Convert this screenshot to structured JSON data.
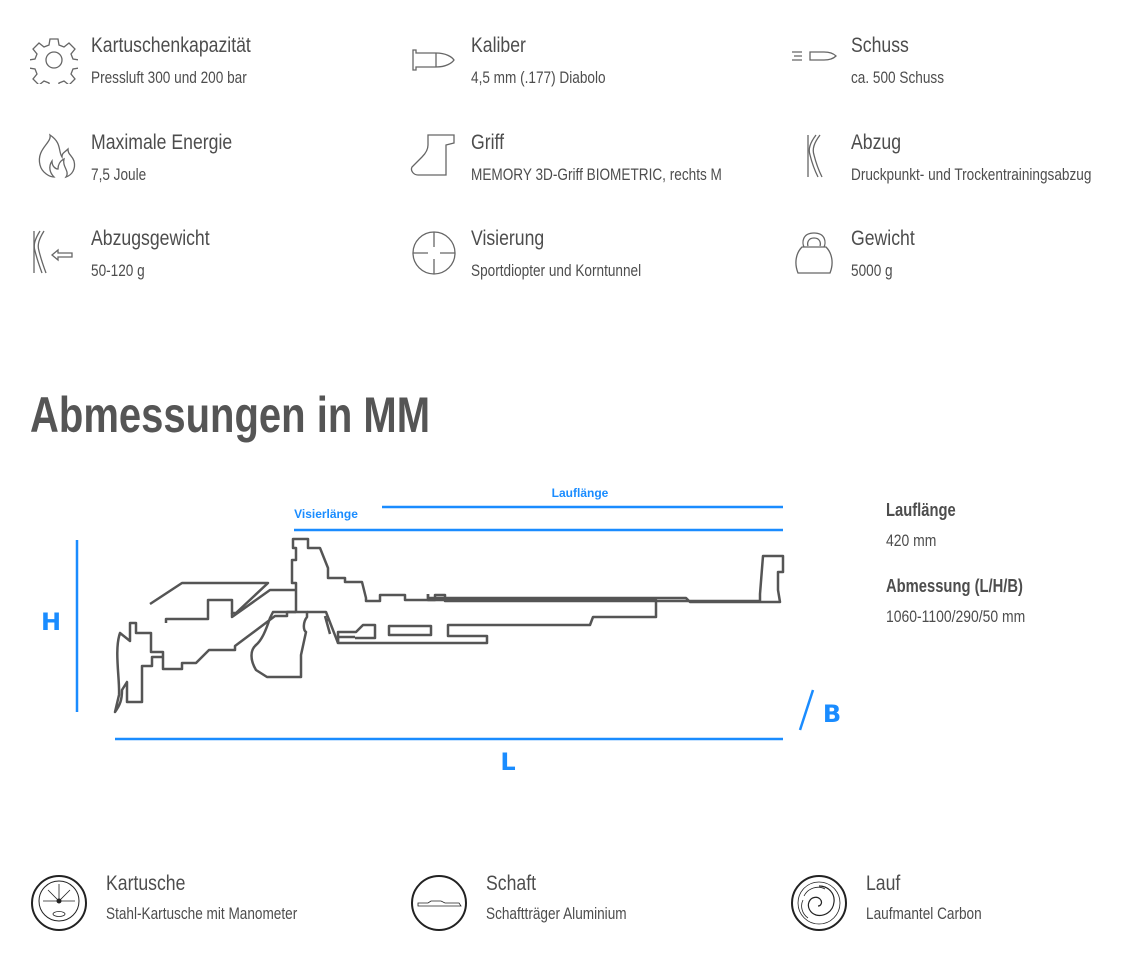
{
  "specs": [
    {
      "icon": "gear-icon",
      "title": "Kartuschenkapazität",
      "value": "Pressluft 300 und 200 bar"
    },
    {
      "icon": "bullet-icon",
      "title": "Kaliber",
      "value": "4,5 mm (.177) Diabolo"
    },
    {
      "icon": "shot-icon",
      "title": "Schuss",
      "value": "ca. 500 Schuss"
    },
    {
      "icon": "flame-icon",
      "title": "Maximale Energie",
      "value": "7,5 Joule"
    },
    {
      "icon": "grip-icon",
      "title": "Griff",
      "value": "MEMORY 3D-Griff BIOMETRIC, rechts M"
    },
    {
      "icon": "trigger-icon",
      "title": "Abzug",
      "value": "Druckpunkt- und Trockentrainingsabzug"
    },
    {
      "icon": "trigger-weight-icon",
      "title": "Abzugsgewicht",
      "value": "50-120 g"
    },
    {
      "icon": "crosshair-icon",
      "title": "Visierung",
      "value": "Sportdiopter und Korntunnel"
    },
    {
      "icon": "kettlebell-icon",
      "title": "Gewicht",
      "value": "5000 g"
    }
  ],
  "dimensions": {
    "heading": "Abmessungen in MM",
    "labels": {
      "barrel": "Lauflänge",
      "sight": "Visierlänge",
      "h": "H",
      "l": "L",
      "b": "B"
    },
    "accent": "#1a8cff",
    "info": [
      {
        "label": "Lauflänge",
        "value": "420 mm"
      },
      {
        "label": "Abmessung (L/H/B)",
        "value": "1060-1100/290/50 mm"
      }
    ]
  },
  "materials": [
    {
      "icon": "cartridge-icon",
      "title": "Kartusche",
      "value": "Stahl-Kartusche mit Manometer"
    },
    {
      "icon": "stock-icon",
      "title": "Schaft",
      "value": "Schaftträger Aluminium"
    },
    {
      "icon": "barrel-icon",
      "title": "Lauf",
      "value": "Laufmantel Carbon"
    }
  ]
}
